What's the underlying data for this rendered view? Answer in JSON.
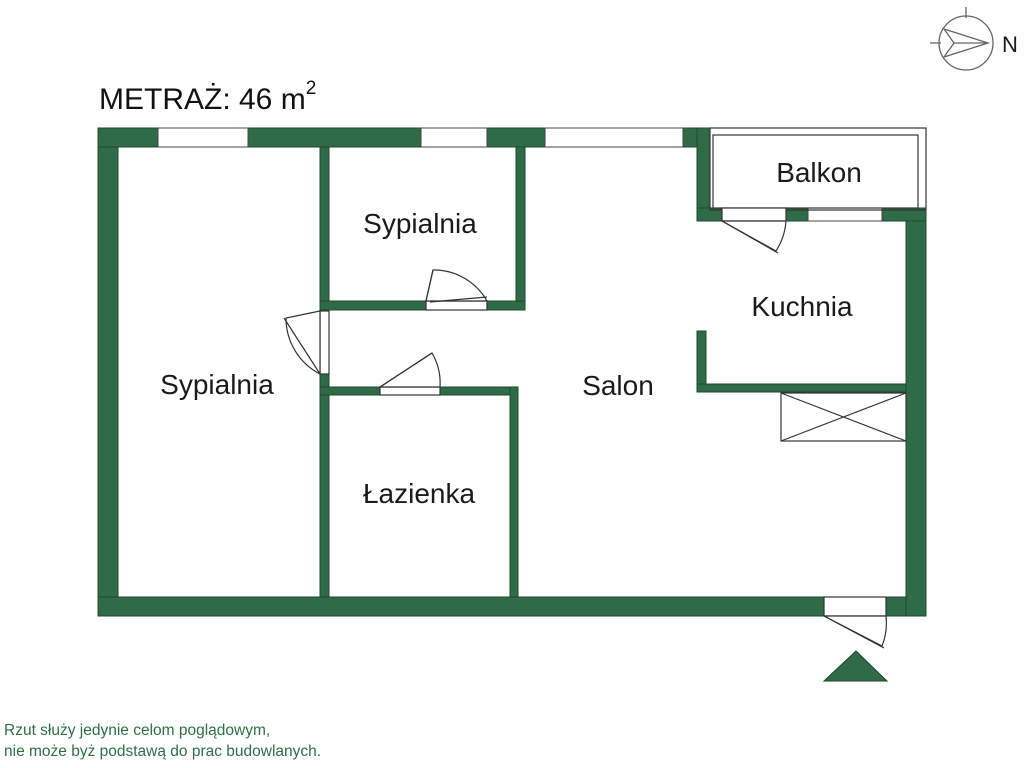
{
  "header": {
    "area_label": "METRAŻ: 46 m",
    "area_superscript": "2"
  },
  "rooms": {
    "bedroom_large": "Sypialnia",
    "bedroom_small": "Sypialnia",
    "bathroom": "Łazienka",
    "living_room": "Salon",
    "kitchen": "Kuchnia",
    "balcony": "Balkon"
  },
  "compass": {
    "north_label": "N"
  },
  "disclaimer": {
    "line1": "Rzut służy jedynie celom poglądowym,",
    "line2": "nie może byż podstawą do prac budowlanych."
  },
  "colors": {
    "wall": "#2e6b46",
    "wall_outline": "#1e4a30",
    "disclaimer_text": "#2f6f45",
    "entrance_marker": "#2e6b46"
  }
}
